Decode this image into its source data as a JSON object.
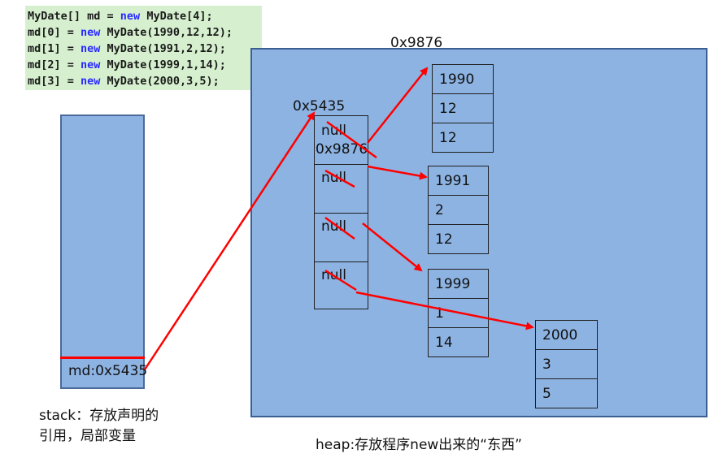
{
  "code": {
    "lines": [
      [
        {
          "t": "MyDate[] md = "
        },
        {
          "t": "new",
          "kw": true
        },
        {
          "t": " MyDate[4];"
        }
      ],
      [
        {
          "t": "md[0] = "
        },
        {
          "t": "new",
          "kw": true
        },
        {
          "t": " MyDate(1990,12,12);"
        }
      ],
      [
        {
          "t": "md[1] = "
        },
        {
          "t": "new",
          "kw": true
        },
        {
          "t": " MyDate(1991,2,12);"
        }
      ],
      [
        {
          "t": "md[2] = "
        },
        {
          "t": "new",
          "kw": true
        },
        {
          "t": " MyDate(1999,1,14);"
        }
      ],
      [
        {
          "t": "md[3] = "
        },
        {
          "t": "new",
          "kw": true
        },
        {
          "t": " MyDate(2000,3,5);"
        }
      ]
    ]
  },
  "stack": {
    "ref_label": "md:0x5435",
    "caption_line1": "stack：存放声明的",
    "caption_line2": "引用，局部变量"
  },
  "heap": {
    "caption": "heap:存放程序new出来的“东西”",
    "array_address": "0x5435",
    "array_slots": [
      "null",
      "null",
      "null",
      "null"
    ],
    "slot0_new_value": "0x9876",
    "object0_address": "0x9876",
    "objects": [
      {
        "values": [
          "1990",
          "12",
          "12"
        ]
      },
      {
        "values": [
          "1991",
          "2",
          "12"
        ]
      },
      {
        "values": [
          "1999",
          "1",
          "14"
        ]
      },
      {
        "values": [
          "2000",
          "3",
          "5"
        ]
      }
    ]
  },
  "colors": {
    "memory_fill": "#8db3e2",
    "arrow": "#ff0000",
    "code_bg": "#d6f0cf",
    "keyword": "#2a2aff"
  }
}
